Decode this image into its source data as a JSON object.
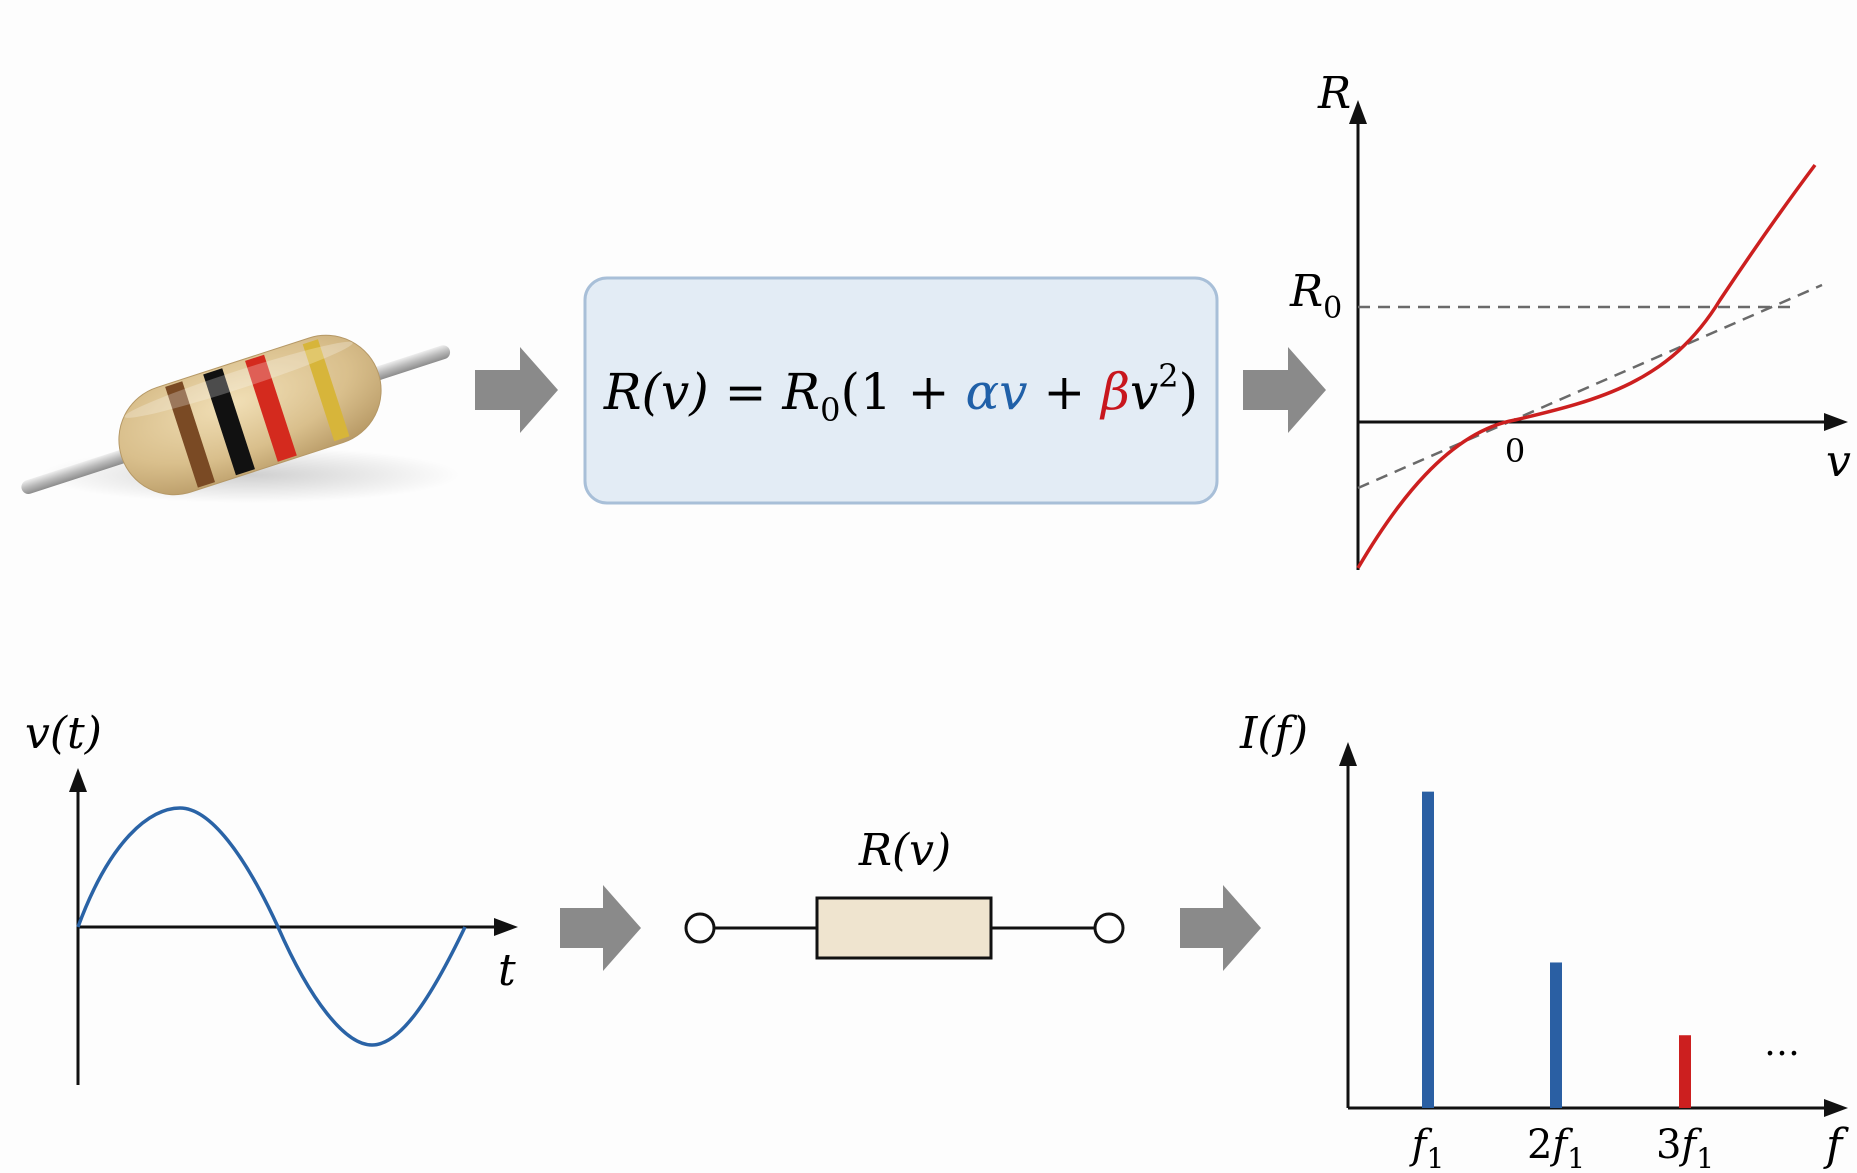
{
  "colors": {
    "background": "#fdfdfd",
    "axis": "#111111",
    "arrow": "#8a8a8a",
    "formula_box_fill": "#e3ecf5",
    "formula_box_border": "#a8bfd8",
    "alpha_term": "#2060a8",
    "beta_term": "#c8161d",
    "nonlinear_curve": "#cc1f1f",
    "linear_dashed": "#6a6a6a",
    "sine_wave": "#2a63a6",
    "fundamental_bar": "#2a5fa3",
    "third_harmonic_bar": "#cc1f1f",
    "resistor_symbol_fill": "#efe4cf",
    "resistor_body": "#d9bf8c",
    "resistor_lead": "#c0c0c0",
    "band_1": "#7a4a24",
    "band_2": "#111111",
    "band_3": "#d42a1e",
    "band_4": "#d7b53a"
  },
  "formula": {
    "lhs": "R(v)",
    "equals": " = ",
    "r0_base": "R",
    "r0_sub": "0",
    "open": "(1 + ",
    "alpha": "α",
    "v1": "v",
    "plus": " + ",
    "beta": "β",
    "v2": "v",
    "sq": "2",
    "close": ")"
  },
  "resistance_plot": {
    "y_axis_label": "R",
    "x_axis_label": "v",
    "r0_label_base": "R",
    "r0_label_sub": "0",
    "origin_label": "0"
  },
  "voltage_plot": {
    "y_axis_label": "v(t)",
    "x_axis_label": "t"
  },
  "resistor_symbol": {
    "label": "R(v)"
  },
  "spectrum": {
    "y_axis_label": "I(f)",
    "x_axis_label": "f",
    "ellipsis": "…"
  },
  "chart_data": {
    "type": "bar",
    "categories": [
      "f1",
      "2f1",
      "3f1"
    ],
    "category_labels": [
      {
        "base": "f",
        "sub": "1",
        "prefix": ""
      },
      {
        "base": "f",
        "sub": "1",
        "prefix": "2"
      },
      {
        "base": "f",
        "sub": "1",
        "prefix": "3"
      }
    ],
    "values": [
      1.0,
      0.46,
      0.23
    ],
    "bar_colors": [
      "#2a5fa3",
      "#2a5fa3",
      "#cc1f1f"
    ],
    "ylabel": "I(f)",
    "xlabel": "f",
    "ylim": [
      0,
      1.1
    ]
  }
}
